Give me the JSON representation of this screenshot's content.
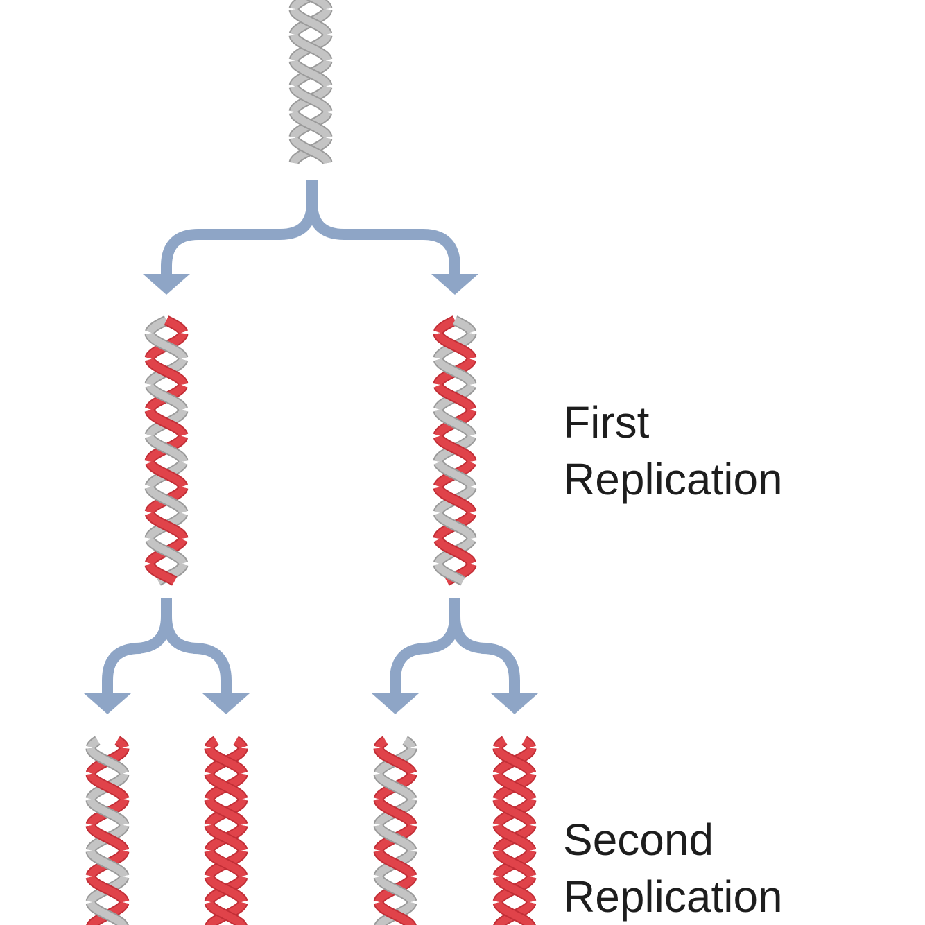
{
  "labels": {
    "first": {
      "line1": "First",
      "line2": "Replication"
    },
    "second": {
      "line1": "Second",
      "line2": "Replication"
    }
  },
  "colors": {
    "old_strand": "#c4c4c4",
    "old_strand_edge": "#9a9a9a",
    "new_strand": "#e0434a",
    "new_strand_edge": "#c22e36",
    "arrow": "#8ea5c6"
  }
}
